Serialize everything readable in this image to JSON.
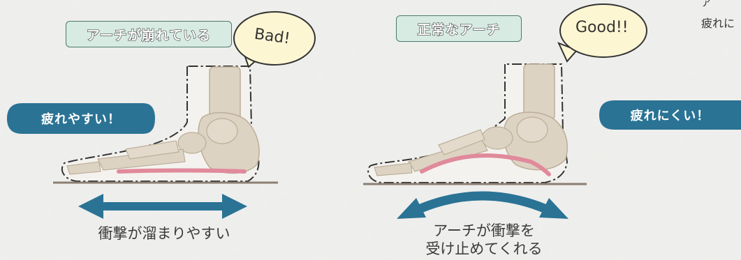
{
  "left": {
    "tag": "アーチが崩れている",
    "bubble": "Bad!",
    "pill": "疲れやすい！",
    "caption": "衝撃が溜まりやすい"
  },
  "right": {
    "tag": "正常なアーチ",
    "bubble": "Good!!",
    "pill": "疲れにくい！",
    "caption_line1": "アーチが衝撃を",
    "caption_line2": "受け止めてくれる"
  },
  "corner_text": "疲れに",
  "colors": {
    "pill": "#2a7395",
    "arrow": "#2a7395",
    "tag_bg": "#d7ebe3",
    "bubble_bg": "#fdf6d3",
    "bone": "#ddd3c3",
    "arch_pink": "#e08a9c",
    "ground": "#8c7e72"
  }
}
